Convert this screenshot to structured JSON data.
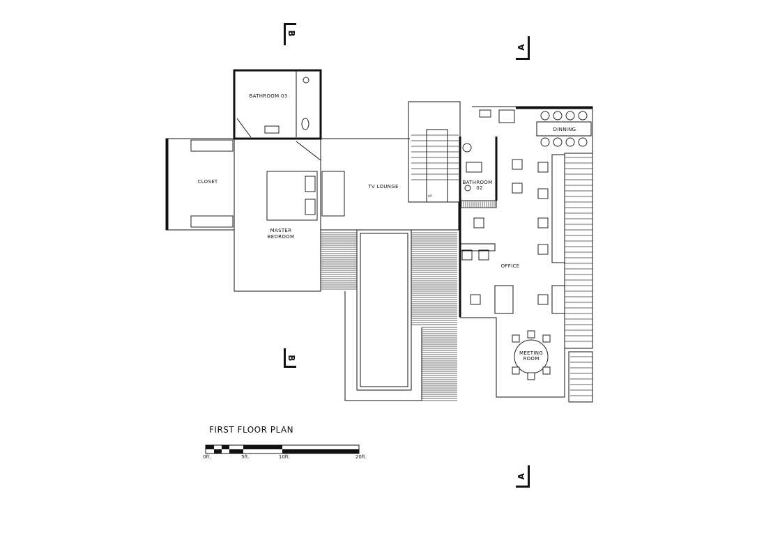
{
  "plan": {
    "title": "FIRST FLOOR PLAN",
    "rooms": {
      "bathroom_03": "BATHROOM 03",
      "closet": "CLOSET",
      "master_bedroom_1": "MASTER",
      "master_bedroom_2": "BEDROOM",
      "tv_lounge": "TV LOUNGE",
      "bathroom_02_1": "BATHROOM",
      "bathroom_02_2": "02",
      "dinning": "DINNING",
      "office": "OFFICE",
      "meeting_room_1": "MEETING",
      "meeting_room_2": "ROOM"
    },
    "section_marks": {
      "b_top": "B",
      "b_bottom": "B",
      "a_top": "A",
      "a_bottom": "A"
    },
    "scale_bar": {
      "ticks": [
        "0ft.",
        "5ft.",
        "10ft.",
        "20ft."
      ]
    },
    "stair_label": "UP"
  }
}
